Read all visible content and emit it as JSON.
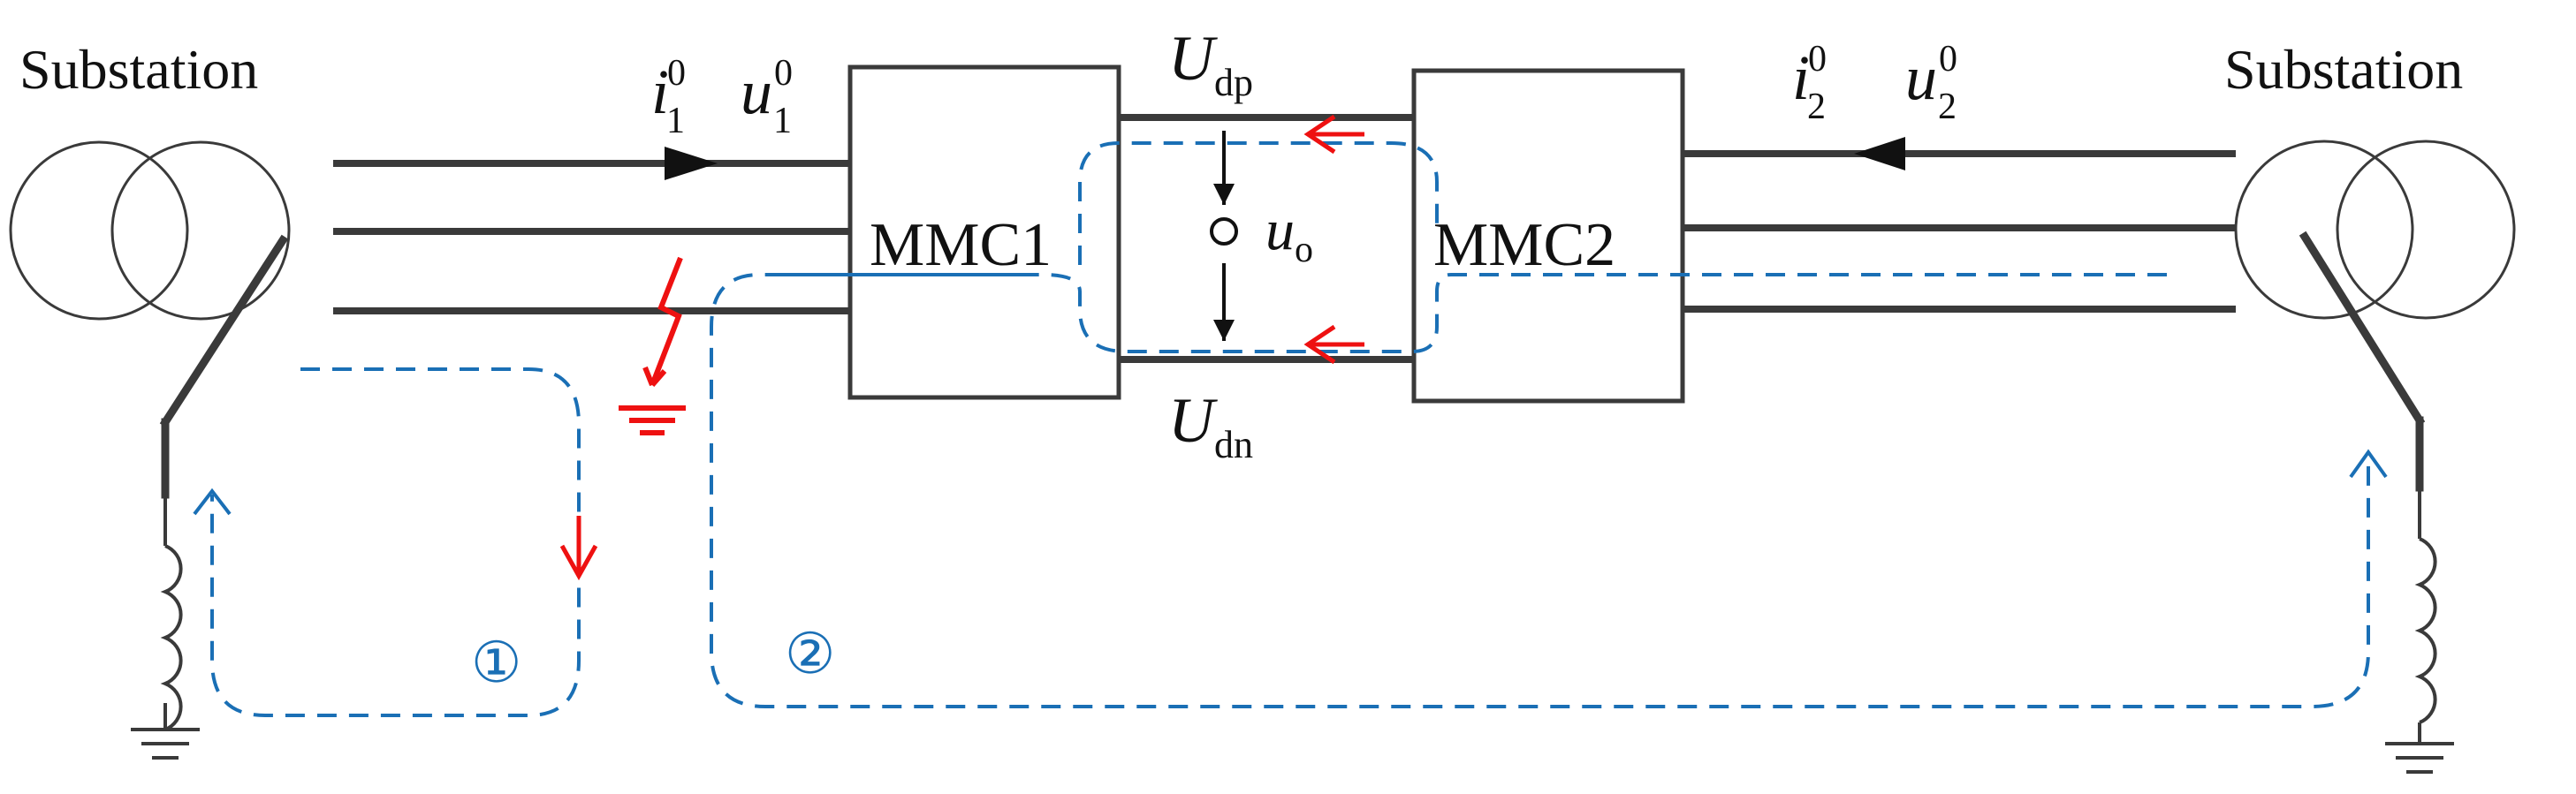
{
  "labels": {
    "substation_left": "Substation",
    "substation_right": "Substation",
    "mmc1": "MMC1",
    "mmc2": "MMC2"
  },
  "quantities": {
    "i1": {
      "base": "i",
      "sub": "1",
      "sup": "0"
    },
    "u1": {
      "base": "u",
      "sub": "1",
      "sup": "0"
    },
    "i2": {
      "base": "i",
      "sub": "2",
      "sup": "0"
    },
    "u2": {
      "base": "u",
      "sub": "2",
      "sup": "0"
    },
    "udp": {
      "base": "U",
      "sub": "dp"
    },
    "udn": {
      "base": "U",
      "sub": "dn"
    },
    "uo": {
      "base": "u",
      "sub": "o"
    }
  },
  "loop_markers": {
    "loop1": "①",
    "loop2": "②"
  },
  "colors": {
    "line": "#3a3a3a",
    "loop": "#1a6fb5",
    "fault": "#ee1111"
  }
}
